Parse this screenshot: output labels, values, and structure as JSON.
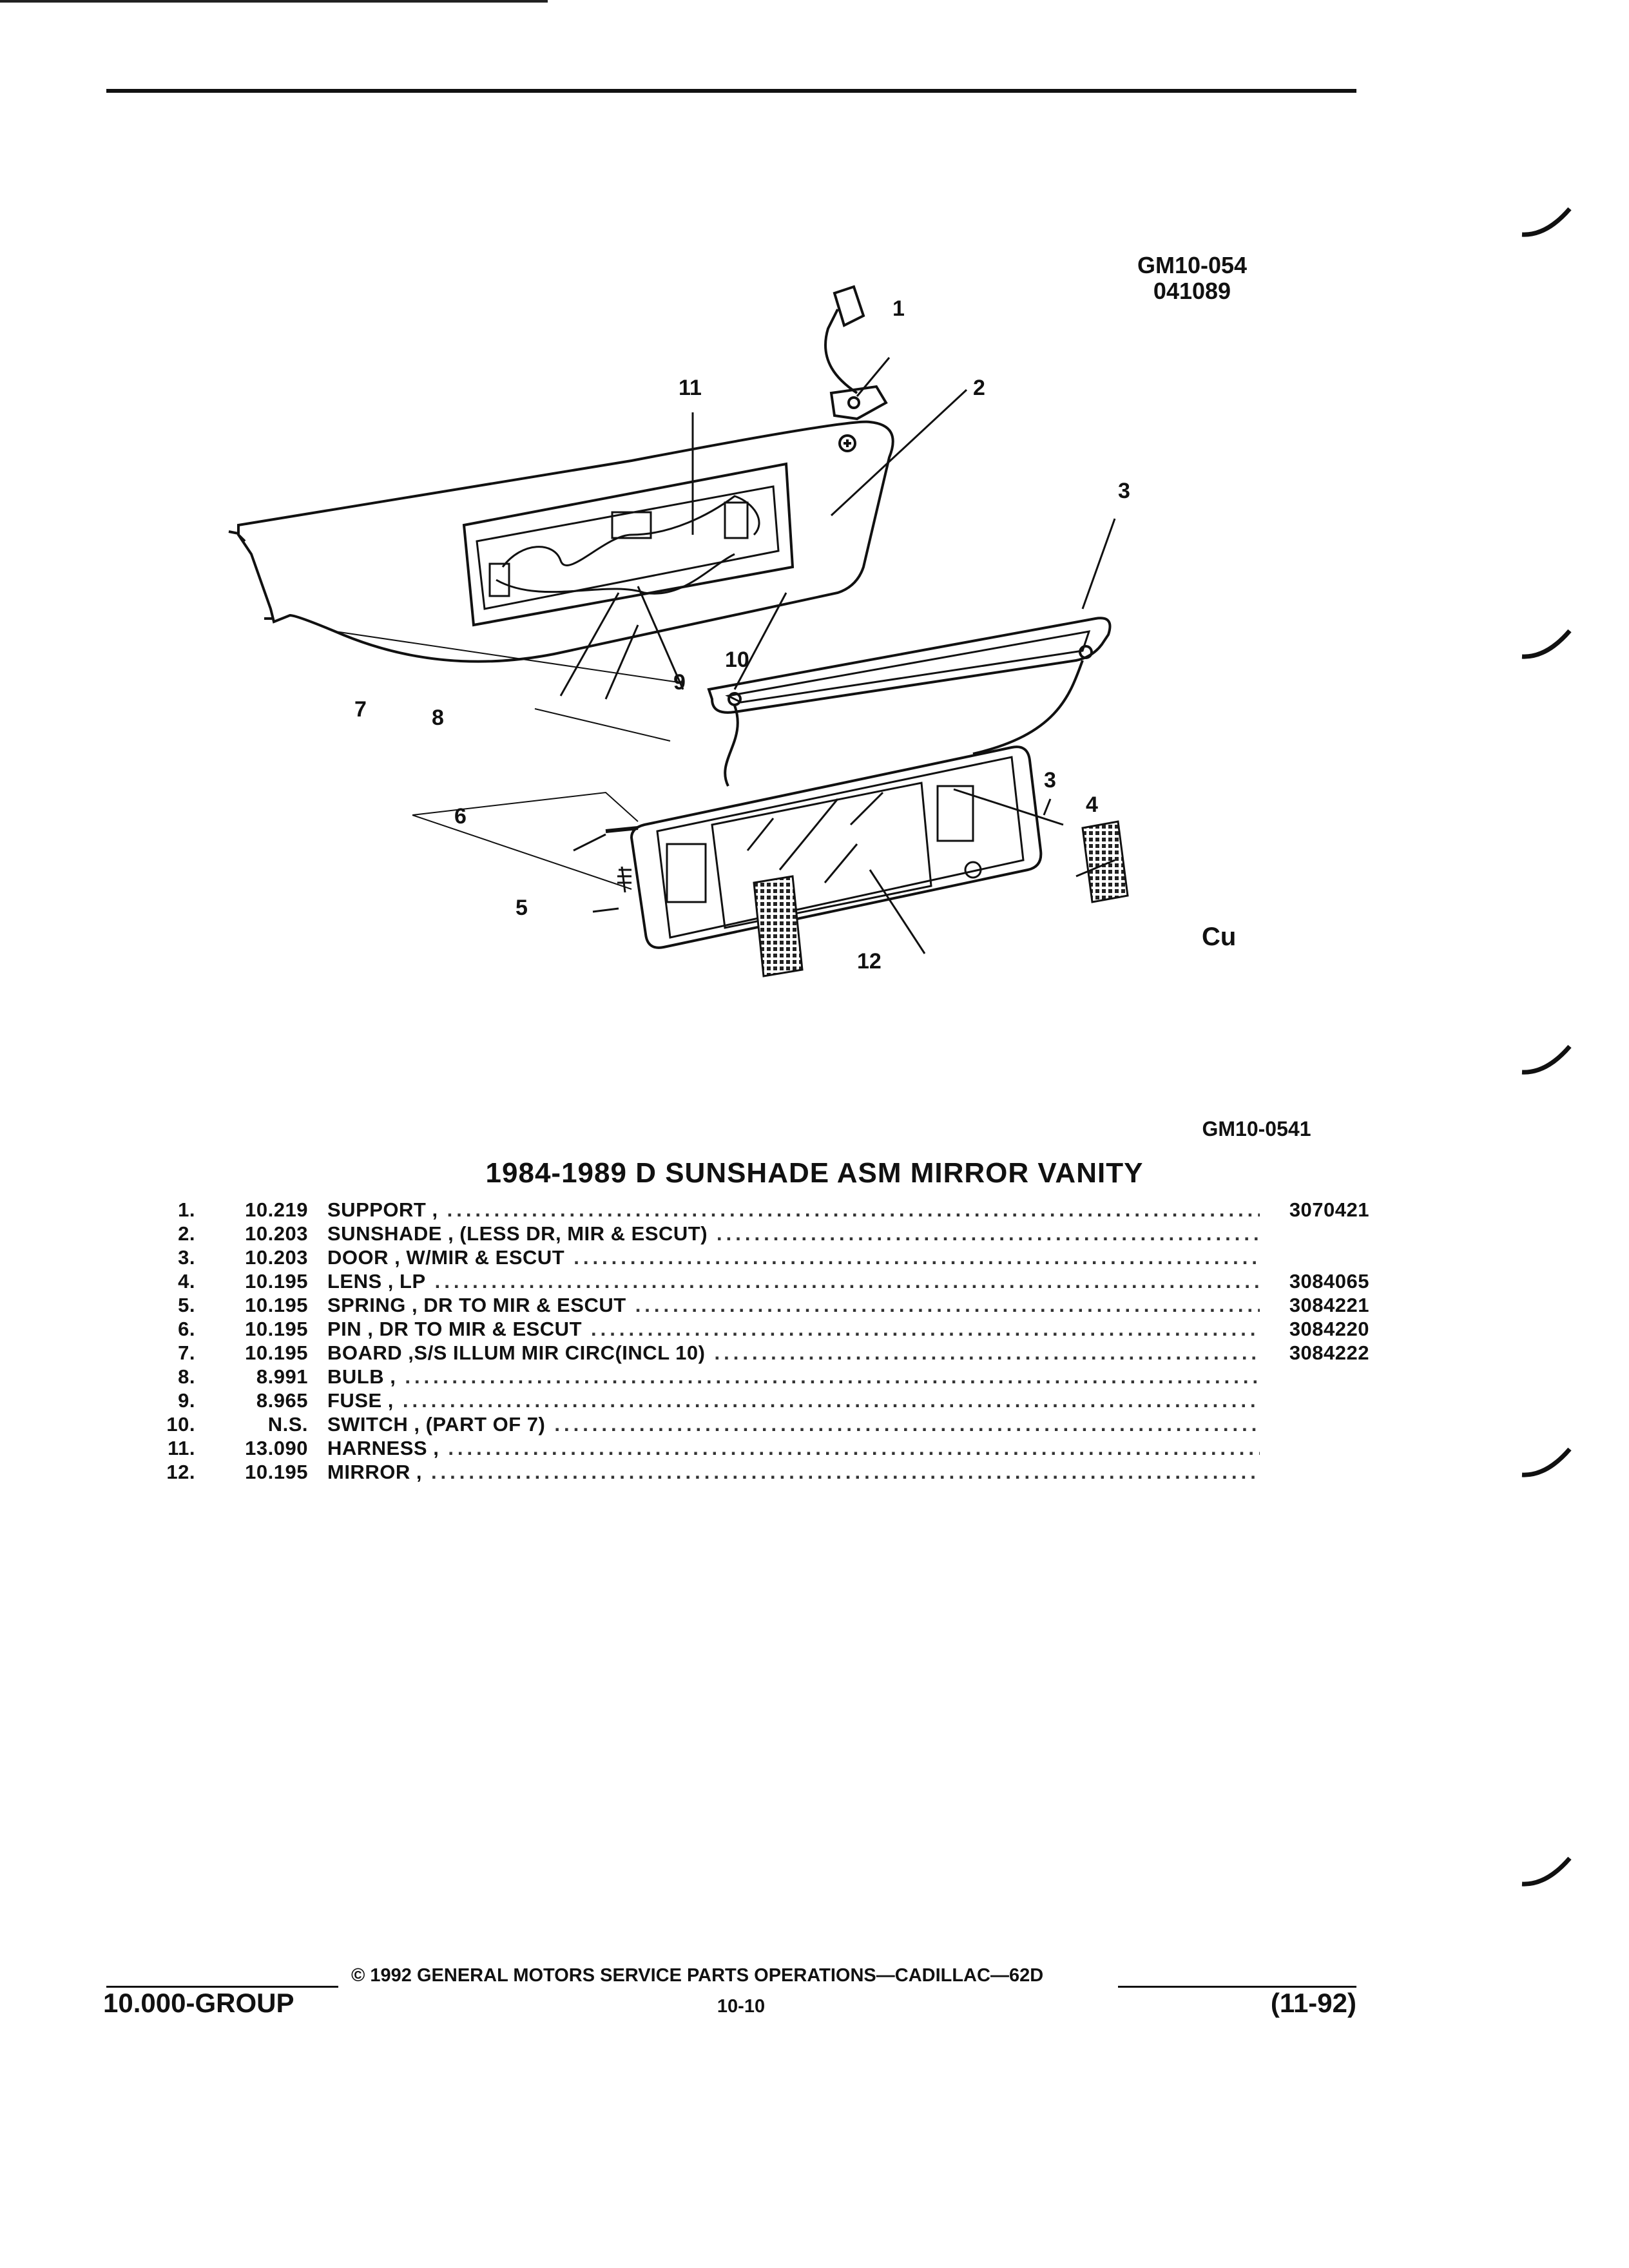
{
  "header": {
    "image_code": "GM10-054",
    "date_code": "041089"
  },
  "diagram": {
    "callouts": [
      "1",
      "2",
      "3",
      "3",
      "4",
      "5",
      "6",
      "7",
      "8",
      "9",
      "10",
      "11",
      "12"
    ],
    "figure_code": "GM10-0541",
    "logo_text": "Cu"
  },
  "section_title": "1984-1989 D SUNSHADE ASM MIRROR VANITY",
  "parts": [
    {
      "num": "1.",
      "group": "10.219",
      "desc": "SUPPORT ,",
      "part_no": "3070421"
    },
    {
      "num": "2.",
      "group": "10.203",
      "desc": "SUNSHADE , (LESS DR, MIR & ESCUT)",
      "part_no": ""
    },
    {
      "num": "3.",
      "group": "10.203",
      "desc": "DOOR , W/MIR & ESCUT",
      "part_no": ""
    },
    {
      "num": "4.",
      "group": "10.195",
      "desc": "LENS , LP",
      "part_no": "3084065"
    },
    {
      "num": "5.",
      "group": "10.195",
      "desc": "SPRING , DR TO MIR & ESCUT",
      "part_no": "3084221"
    },
    {
      "num": "6.",
      "group": "10.195",
      "desc": "PIN , DR TO MIR & ESCUT",
      "part_no": "3084220"
    },
    {
      "num": "7.",
      "group": "10.195",
      "desc": "BOARD ,S/S ILLUM MIR CIRC(INCL 10)",
      "part_no": "3084222"
    },
    {
      "num": "8.",
      "group": "8.991",
      "desc": "BULB ,",
      "part_no": ""
    },
    {
      "num": "9.",
      "group": "8.965",
      "desc": "FUSE ,",
      "part_no": ""
    },
    {
      "num": "10.",
      "group": "N.S.",
      "desc": "SWITCH , (PART OF 7)",
      "part_no": ""
    },
    {
      "num": "11.",
      "group": "13.090",
      "desc": "HARNESS ,",
      "part_no": ""
    },
    {
      "num": "12.",
      "group": "10.195",
      "desc": "MIRROR ,",
      "part_no": ""
    }
  ],
  "footer": {
    "copyright": "© 1992 GENERAL MOTORS SERVICE PARTS OPERATIONS—CADILLAC—62D",
    "group": "10.000-GROUP",
    "page": "10-10",
    "revision": "(11-92)"
  }
}
